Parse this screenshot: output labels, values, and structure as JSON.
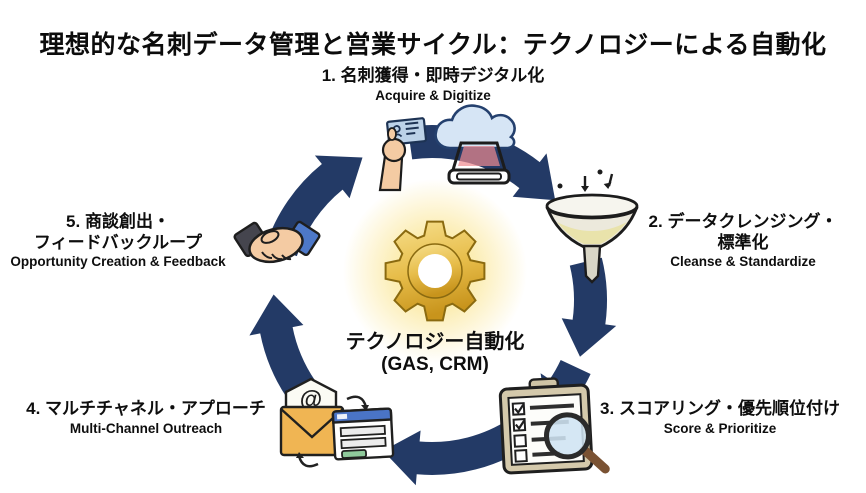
{
  "title": "理想的な名刺データ管理と営業サイクル：テクノロジーによる自動化",
  "center": {
    "label": "テクノロジー自動化",
    "sublabel": "(GAS, CRM)",
    "icon": "gear-icon"
  },
  "steps": [
    {
      "id": 1,
      "jp": "1. 名刺獲得・即時デジタル化",
      "en": "Acquire & Digitize",
      "icon": "business-card-scan-icon"
    },
    {
      "id": 2,
      "jp": "2. データクレンジング・\n標準化",
      "en": "Cleanse & Standardize",
      "icon": "funnel-icon"
    },
    {
      "id": 3,
      "jp": "3. スコアリング・優先順位付け",
      "en": "Score & Prioritize",
      "icon": "checklist-magnifier-icon"
    },
    {
      "id": 4,
      "jp": "4. マルチチャネル・アプローチ",
      "en": "Multi-Channel Outreach",
      "icon": "email-form-icon"
    },
    {
      "id": 5,
      "jp": "5. 商談創出・\nフィードバックループ",
      "en": "Opportunity Creation & Feedback",
      "icon": "handshake-icon"
    }
  ],
  "icons": {
    "at_glyph": "@"
  },
  "colors": {
    "ring": "#233a66",
    "gear_gold": "#e5b93c",
    "gear_glow": "#fae284",
    "skin": "#f4cba3",
    "card_blue": "#bcd2e8",
    "cloud_blue": "#d6e5f5",
    "scan_beam_pink": "#f08a90",
    "cuff_dark": "#45454e",
    "cuff_blue": "#4d78c8",
    "envelope_orange": "#f0b553",
    "window_bar_blue": "#4a74c6",
    "button_green": "#8fca9b",
    "lens_blue": "#cfe4f3",
    "handle_brown": "#7a5233",
    "funnel_liquid": "#e9e3ab",
    "text": "#0e0e0e",
    "background": "#ffffff"
  }
}
